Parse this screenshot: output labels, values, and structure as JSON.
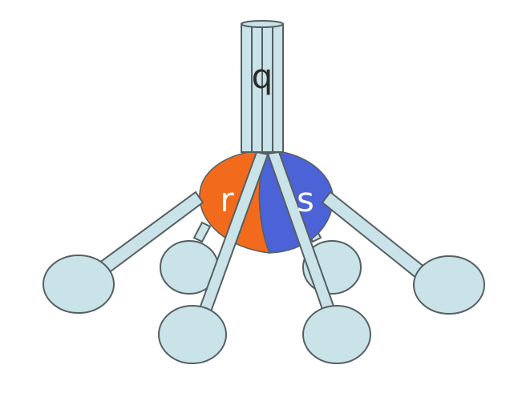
{
  "diagram": {
    "labels": {
      "top": "q",
      "left_half": "r",
      "right_half": "s"
    },
    "colors": {
      "left_half": "#f26b1d",
      "right_half": "#4b63d6",
      "stalk_fill": "#c9e3e8",
      "outline": "#555f63"
    }
  }
}
